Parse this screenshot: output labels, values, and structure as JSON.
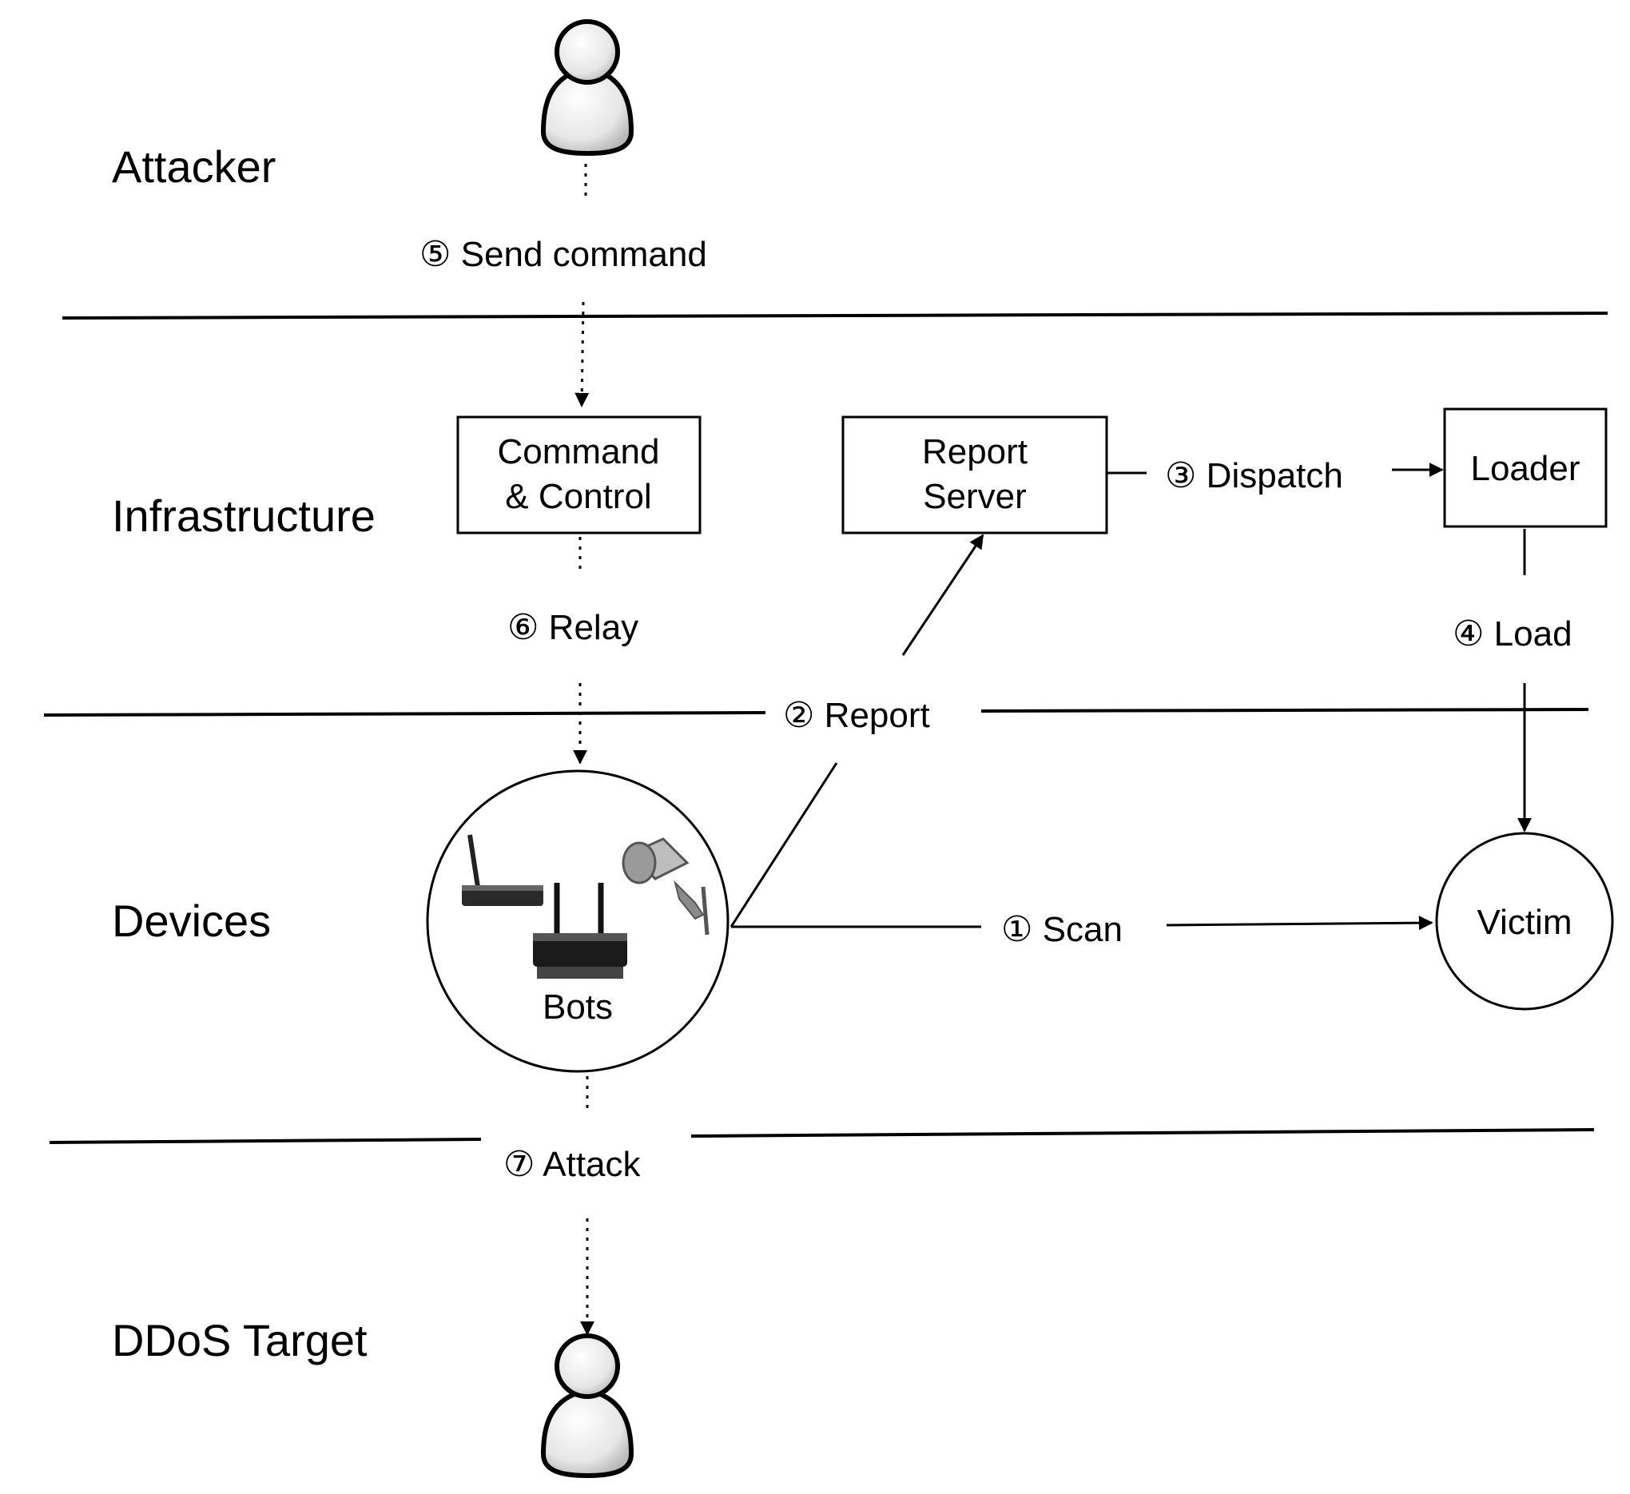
{
  "layers": {
    "attacker": "Attacker",
    "infrastructure": "Infrastructure",
    "devices": "Devices",
    "ddos_target": "DDoS Target"
  },
  "nodes": {
    "cnc_line1": "Command",
    "cnc_line2": "& Control",
    "report_line1": "Report",
    "report_line2": "Server",
    "loader": "Loader",
    "victim": "Victim",
    "bots": "Bots"
  },
  "steps": {
    "scan": "① Scan",
    "report": "② Report",
    "dispatch": "③ Dispatch",
    "load": "④ Load",
    "send_command": "⑤ Send command",
    "relay": "⑥ Relay",
    "attack": "⑦ Attack"
  },
  "icons": {
    "attacker": "person-icon",
    "ddos_target": "person-icon",
    "bot_devices": [
      "router-icon",
      "wifi-router-icon",
      "security-camera-icon"
    ]
  }
}
